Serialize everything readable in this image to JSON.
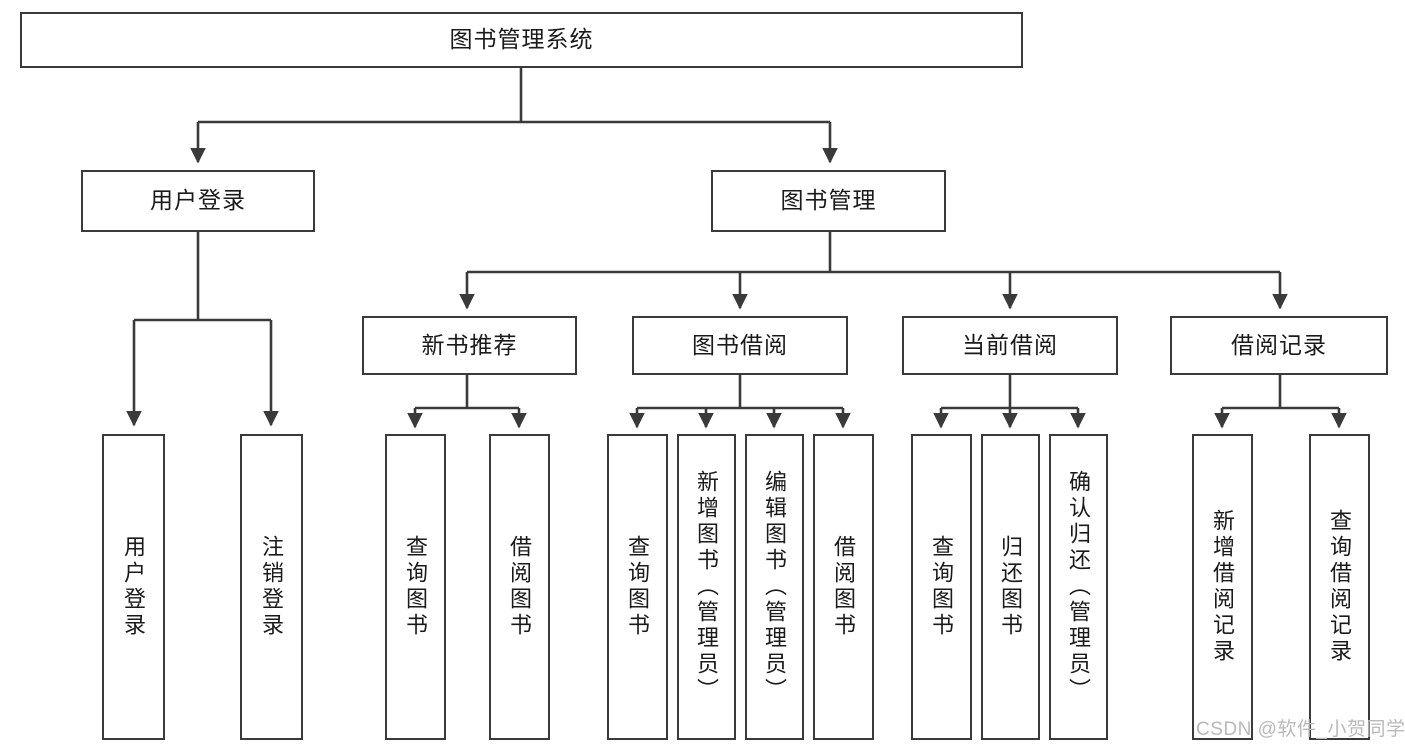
{
  "diagram": {
    "title": "图书管理系统",
    "type": "tree-hierarchy-chart",
    "root": {
      "label": "图书管理系统"
    },
    "level2": [
      {
        "label": "用户登录"
      },
      {
        "label": "图书管理"
      }
    ],
    "level3": [
      {
        "label": "新书推荐"
      },
      {
        "label": "图书借阅"
      },
      {
        "label": "当前借阅"
      },
      {
        "label": "借阅记录"
      }
    ],
    "leaves": [
      {
        "label": "用户登录"
      },
      {
        "label": "注销登录"
      },
      {
        "label": "查询图书"
      },
      {
        "label": "借阅图书"
      },
      {
        "label": "查询图书"
      },
      {
        "label": "新增图书（管理员）"
      },
      {
        "label": "编辑图书（管理员）"
      },
      {
        "label": "借阅图书"
      },
      {
        "label": "查询图书"
      },
      {
        "label": "归还图书"
      },
      {
        "label": "确认归还（管理员）"
      },
      {
        "label": "新增借阅记录"
      },
      {
        "label": "查询借阅记录"
      }
    ]
  },
  "watermark": {
    "text": "CSDN @软件_小贺同学"
  },
  "colors": {
    "stroke": "#3a3a3a",
    "text": "#1a1a1a",
    "background": "#ffffff",
    "watermark": "#b9b9b9"
  }
}
